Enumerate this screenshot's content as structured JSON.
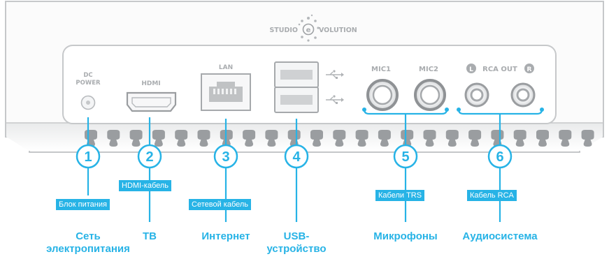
{
  "brand": "STUDIO EVOLUTION",
  "brand_left": "STUDIO",
  "brand_right": "VOLUTION",
  "brand_e": "e",
  "ports": {
    "dc_top": "DC",
    "dc_bottom": "POWER",
    "hdmi": "HDMI",
    "lan": "LAN",
    "usb_icon": "usb-icon",
    "mic1": "MIC1",
    "mic2": "MIC2",
    "rca_out": "RCA OUT",
    "rca_l": "L",
    "rca_r": "R"
  },
  "callouts": [
    {
      "number": "1",
      "tag": "Блок питания",
      "category": "Сеть электропитания"
    },
    {
      "number": "2",
      "tag": "HDMI-кабель",
      "category": "ТВ"
    },
    {
      "number": "3",
      "tag": "Сетевой кабель",
      "category": "Интернет"
    },
    {
      "number": "4",
      "tag": "",
      "category": "USB-устройство"
    },
    {
      "number": "5",
      "tag": "Кабели TRS",
      "category": "Микрофоны"
    },
    {
      "number": "6",
      "tag": "Кабель RCA",
      "category": "Аудиосистема"
    }
  ],
  "labels": {
    "cat1_line1": "Сеть",
    "cat1_line2": "электропитания",
    "cat4_line1": "USB-",
    "cat4_line2": "устройство"
  },
  "colors": {
    "accent": "#27b3e6",
    "device_outline": "#bfc1c3",
    "panel_text": "#a9acaf",
    "grille": "#9a9da0"
  }
}
